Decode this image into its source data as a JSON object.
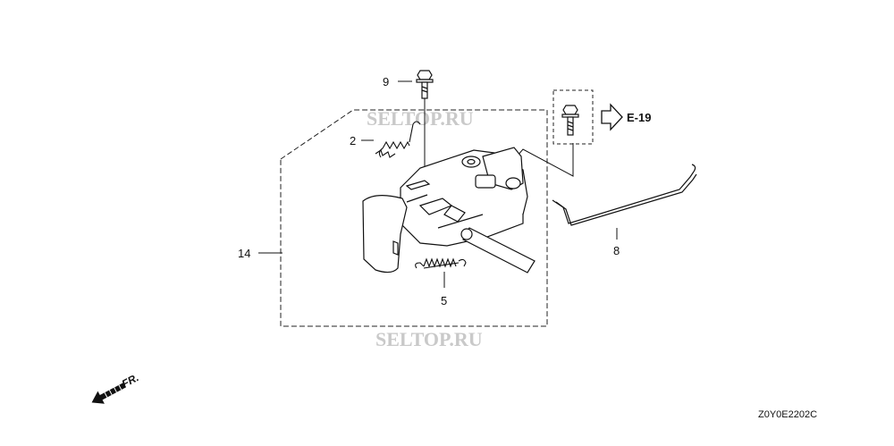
{
  "watermark": "SELTOP.RU",
  "callouts": {
    "p9": "9",
    "p2": "2",
    "p14": "14",
    "p5": "5",
    "p8": "8"
  },
  "reference": "E-19",
  "front_label": "FR.",
  "diagram_code": "Z0Y0E2202C",
  "icons": {
    "front": "front-direction-arrow-icon",
    "ref_arrow": "outline-right-arrow-icon"
  }
}
